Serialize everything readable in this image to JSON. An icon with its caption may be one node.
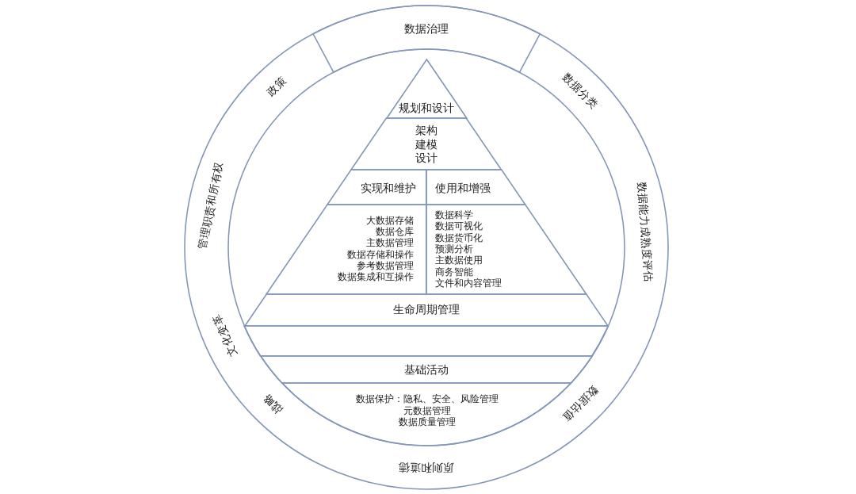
{
  "diagram": {
    "nodes": [
      {
        "text": [
          "数据治理"
        ]
      },
      {
        "text": [
          "规划和设计"
        ]
      },
      {
        "text": [
          "架构",
          "建模",
          "设计"
        ]
      },
      {
        "text": [
          "实现和维护"
        ]
      },
      {
        "text": [
          "使用和增强"
        ]
      },
      {
        "text": [
          "大数据存储",
          "数据仓库",
          "主数据管理",
          "数据存储和操作",
          "参考数据管理",
          "数据集成和互操作"
        ]
      },
      {
        "text": [
          "数据科学",
          "数据可视化",
          "数据货币化",
          "预测分析",
          "主数据使用",
          "商务智能",
          "文件和内容管理"
        ]
      },
      {
        "text": [
          "生命周期管理"
        ]
      },
      {
        "text": [],
        "shape": "bar"
      },
      {
        "text": [
          "基础活动"
        ]
      },
      {
        "text": [
          "数据保护：隐私、安全、风险管理",
          "元数据管理",
          "数据质量管理"
        ]
      }
    ],
    "labels": [
      "政策",
      "数据分类",
      "管理职责和所有权",
      "数据能力成熟度评估",
      "文化变革",
      "战略",
      "数据估值",
      "原则和道德"
    ]
  }
}
